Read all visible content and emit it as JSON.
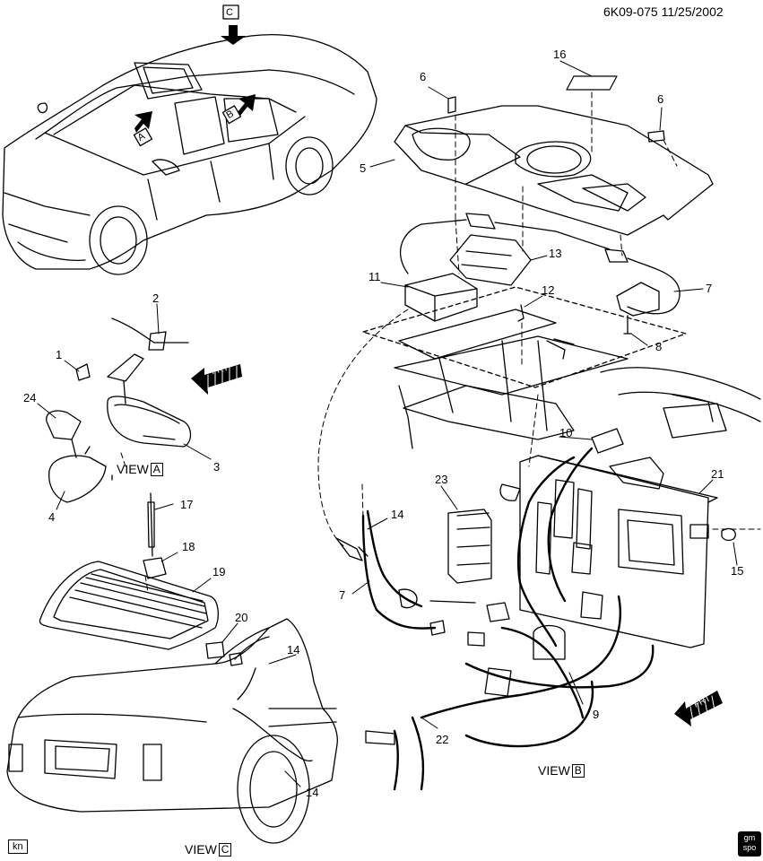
{
  "header": {
    "code": "6K09-075 11/25/2002"
  },
  "callouts": [
    "1",
    "2",
    "3",
    "4",
    "5",
    "6",
    "6",
    "7",
    "7",
    "8",
    "9",
    "10",
    "11",
    "12",
    "13",
    "14",
    "14",
    "14",
    "15",
    "16",
    "17",
    "18",
    "19",
    "20",
    "21",
    "22",
    "23",
    "24"
  ],
  "view_arrows": {
    "a": "A",
    "b": "B",
    "c": "C"
  },
  "views": {
    "a": {
      "prefix": "VIEW",
      "letter": "A"
    },
    "b": {
      "prefix": "VIEW",
      "letter": "B"
    },
    "c": {
      "prefix": "VIEW",
      "letter": "C"
    }
  },
  "front_markers": [
    "FRT",
    "FRT"
  ],
  "footer": {
    "artist_code": "kn",
    "logo_text": "gm spo"
  }
}
